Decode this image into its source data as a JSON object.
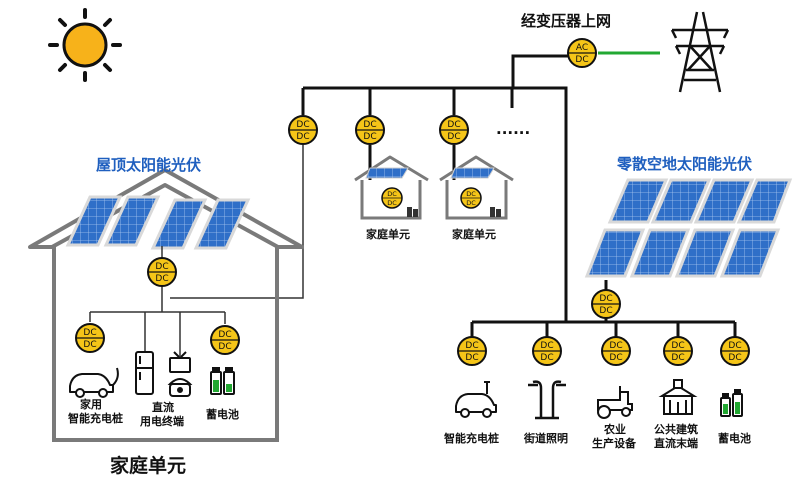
{
  "labels": {
    "grid_title": "经变压器上网",
    "roof_pv": "屋顶太阳能光伏",
    "field_pv": "零散空地太阳能光伏",
    "house_main": "家庭单元",
    "house_small_1": "家庭单元",
    "house_small_2": "家庭单元",
    "dots": "......",
    "home_charger_line1": "家用",
    "home_charger_line2": "智能充电桩",
    "dc_terminal_line1": "直流",
    "dc_terminal_line2": "用电终端",
    "home_battery": "蓄电池",
    "smart_charger": "智能充电桩",
    "street_light": "街道照明",
    "agri_line1": "农业",
    "agri_line2": "生产设备",
    "public_line1": "公共建筑",
    "public_line2": "直流末端",
    "field_battery": "蓄电池"
  },
  "converter": {
    "dc_top": "DC",
    "dc_bottom": "DC",
    "ac_top": "AC",
    "ac_bottom": "DC"
  },
  "colors": {
    "converter_fill": "#f5c518",
    "bus_line": "#111111",
    "grid_line": "#22a832",
    "panel_blue": "#2f6fc8",
    "house_grey": "#7a7a7a",
    "blue_text": "#1f5fbf",
    "sun": "#f7b21a"
  },
  "icons": [
    "sun-icon",
    "transmission-tower-icon",
    "solar-panel-icon",
    "car-charger-icon",
    "refrigerator-icon",
    "tv-icon",
    "rice-cooker-icon",
    "battery-icon",
    "street-light-icon",
    "tractor-icon",
    "public-building-icon",
    "house-icon"
  ]
}
